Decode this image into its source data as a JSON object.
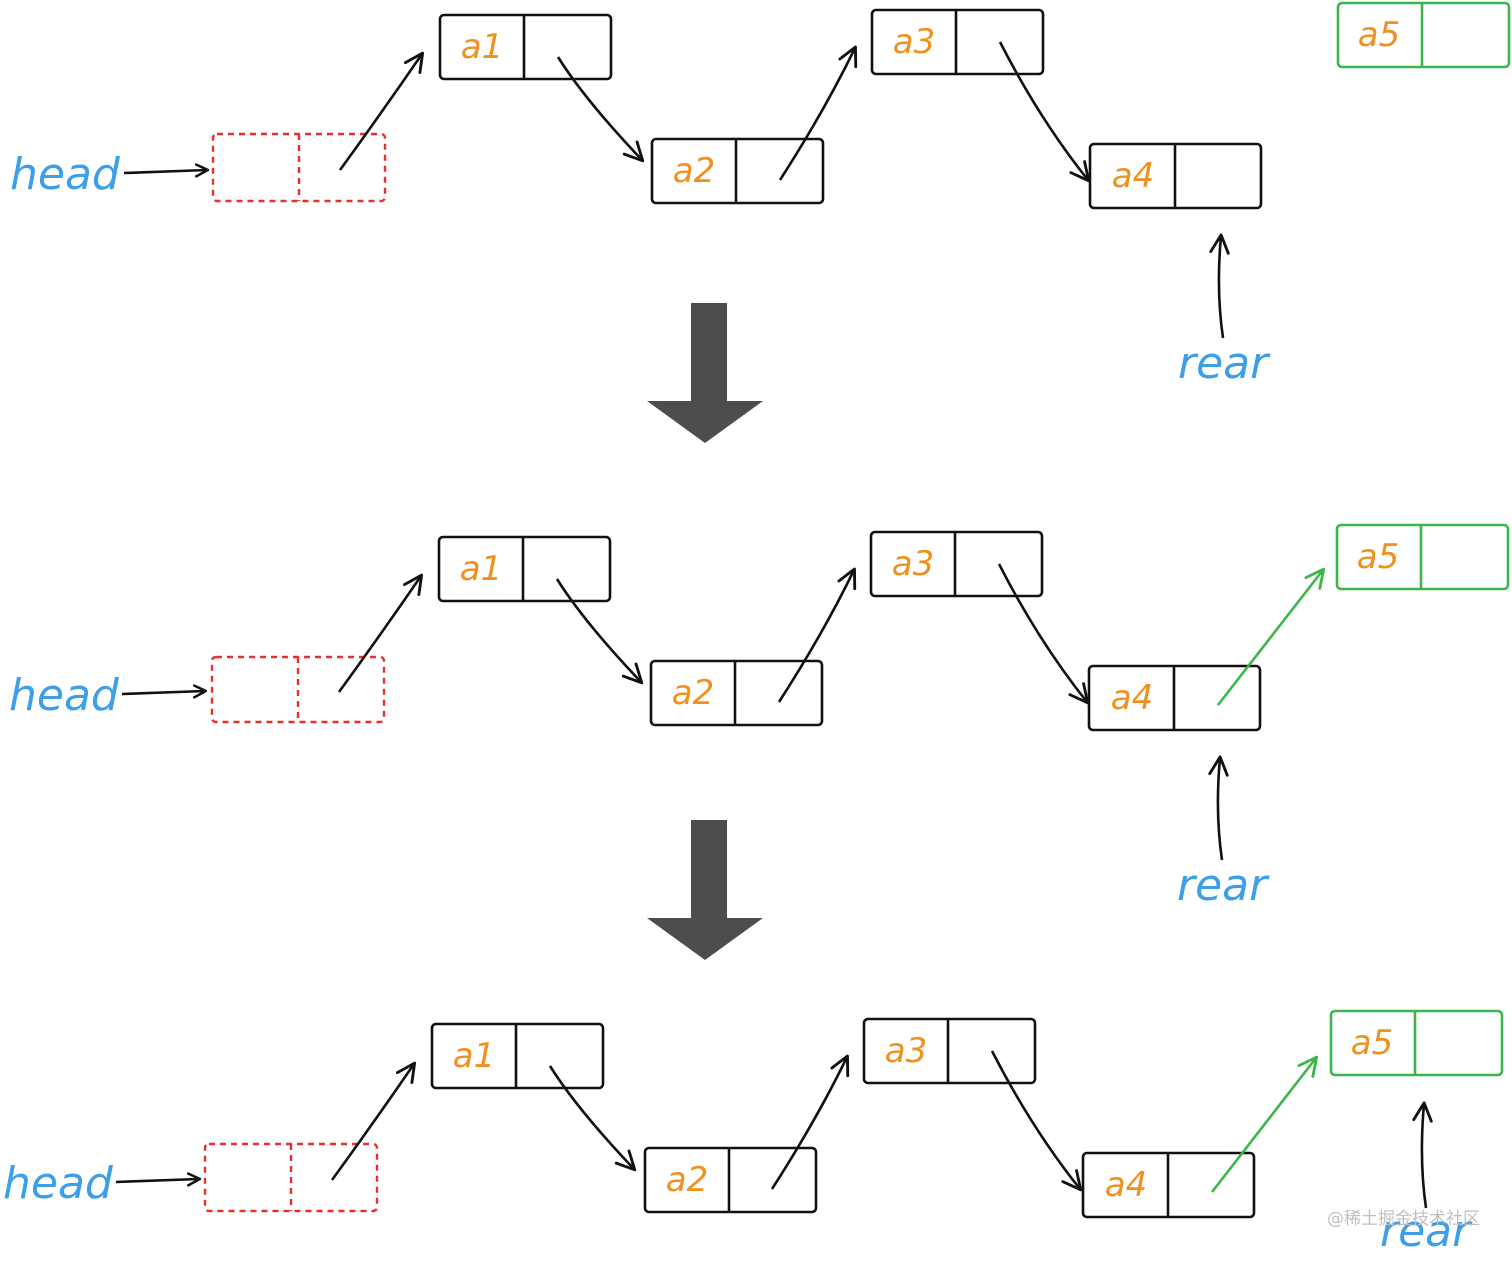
{
  "labels": {
    "head": "head",
    "rear": "rear"
  },
  "nodes": {
    "a1": "a1",
    "a2": "a2",
    "a3": "a3",
    "a4": "a4",
    "a5": "a5"
  },
  "watermark": "@稀土掘金技术社区",
  "colors": {
    "pointer_label": "#3d9fe8",
    "node_label": "#f0901e",
    "node_border": "#111111",
    "head_node_border": "#e8302a",
    "new_node": "#3db54a",
    "step_arrow": "#4d4d4d"
  }
}
